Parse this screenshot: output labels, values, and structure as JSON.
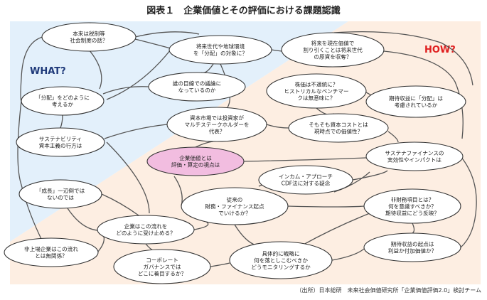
{
  "title": "図表１　企業価値とその評価における課題認識",
  "labels": {
    "what": "WHAT?",
    "how": "HOW?"
  },
  "colors": {
    "what_region": "#e3f0fb",
    "how_region": "#fdeee2",
    "node_fill": "#ffffff",
    "center_fill": "#f2bde0",
    "edge": "#555555",
    "what_text": "#1f3a7a",
    "how_text": "#e02020"
  },
  "nodes": [
    {
      "id": "tax",
      "lines": [
        "本来は税制等",
        "社会制度の話？"
      ]
    },
    {
      "id": "future",
      "lines": [
        "将来世代や地球環境",
        "を「分配」の対象に？"
      ]
    },
    {
      "id": "discount",
      "lines": [
        "将来を現在価値で",
        "割り引くことは将来世代",
        "の原資を収奪？"
      ]
    },
    {
      "id": "distribute",
      "lines": [
        "「分配」をどのように",
        "考えるか"
      ]
    },
    {
      "id": "goal",
      "lines": [
        "誰の目線での議論に",
        "なっているのか"
      ]
    },
    {
      "id": "stock",
      "lines": [
        "株価は不適統に？",
        "ヒストリカルなベンチマー",
        "クは無意味に？"
      ]
    },
    {
      "id": "expect_dist",
      "lines": [
        "期待収益に「分配」は",
        "考慮されているか"
      ]
    },
    {
      "id": "sustain",
      "lines": [
        "サステナビリティ",
        "資本主義の行方は"
      ]
    },
    {
      "id": "market",
      "lines": [
        "資本市場では投資家が",
        "マルチステークホルダーを",
        "代表？"
      ]
    },
    {
      "id": "cost",
      "lines": [
        "そもそも資本コストとは",
        "現時点での価値性？"
      ]
    },
    {
      "id": "center",
      "lines": [
        "企業価値とは",
        "評価・算定の視点は"
      ]
    },
    {
      "id": "sf",
      "lines": [
        "サステナファイナンスの",
        "実効性やインパクトは"
      ]
    },
    {
      "id": "income",
      "lines": [
        "インカム・アプローチ",
        "CDF法に対する疑念"
      ]
    },
    {
      "id": "growth",
      "lines": [
        "「成長」一辺倒では",
        "ないのでは"
      ]
    },
    {
      "id": "conv",
      "lines": [
        "従来の",
        "財務・ファイナンス起点",
        "でいけるか？"
      ]
    },
    {
      "id": "nonfin",
      "lines": [
        "非財務項目とは？",
        "何を意識すべきか？",
        "期待収益にどう反映？"
      ]
    },
    {
      "id": "accept",
      "lines": [
        "企業はこの流れを",
        "どのように受け止める？"
      ]
    },
    {
      "id": "origin",
      "lines": [
        "期待収益の起点は",
        "利益か付加価値か？"
      ]
    },
    {
      "id": "unlisted",
      "lines": [
        "非上場企業はこの流れ",
        "とは無関係？"
      ]
    },
    {
      "id": "governance",
      "lines": [
        "コーポレート",
        "ガバナンスでは",
        "どこに着目するか？"
      ]
    },
    {
      "id": "strategy",
      "lines": [
        "具体的に戦略に",
        "何を落としこむべきか",
        "どうモニタリングするか"
      ]
    }
  ],
  "source": "（出所）日本総研　未来社会価値研究所「企業価値評価2.0」検討チーム"
}
